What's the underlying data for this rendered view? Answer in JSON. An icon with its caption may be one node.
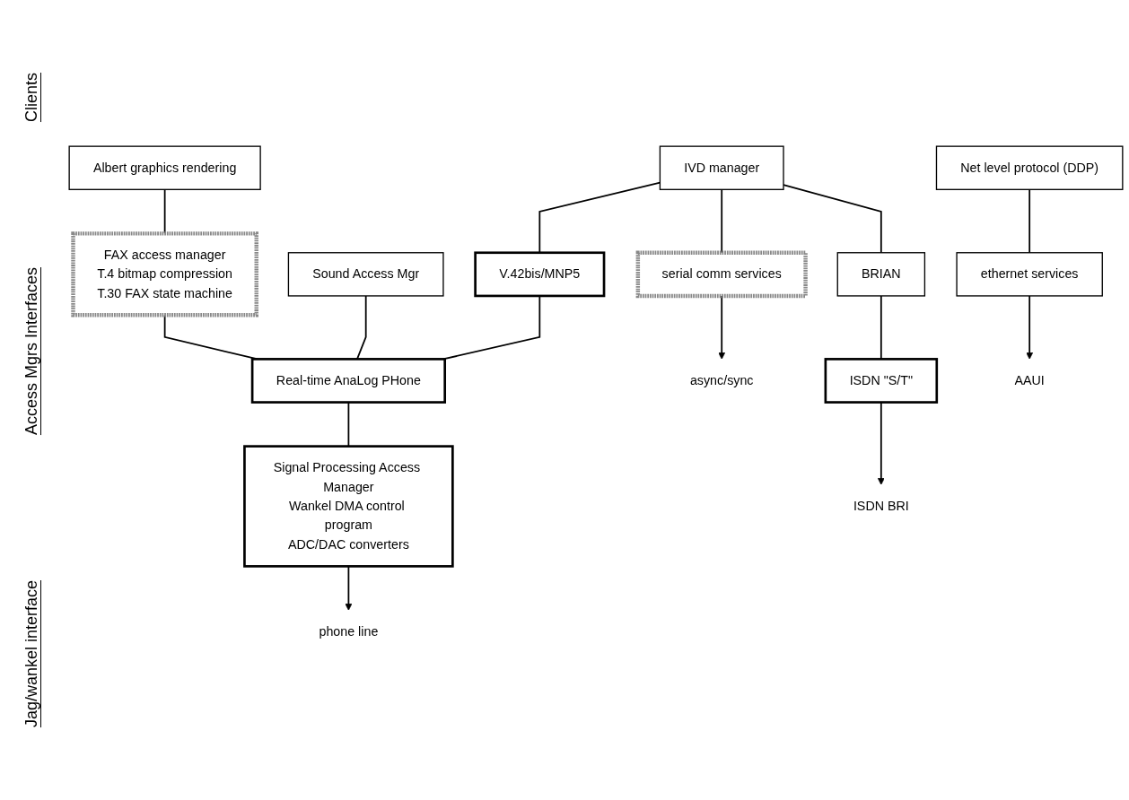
{
  "diagram": {
    "nodes": [
      {
        "text": [
          "Albert graphics rendering"
        ]
      },
      {
        "text": [
          "FAX access manager",
          "T.4 bitmap compression",
          "T.30 FAX state machine"
        ]
      },
      {
        "text": [
          "Net level protocol (DDP)"
        ]
      },
      {
        "text": [
          "Sound Access Mgr"
        ]
      },
      {
        "text": [
          "IVD manager"
        ]
      },
      {
        "text": [
          "V.42bis/MNP5"
        ]
      },
      {
        "text": [
          "BRIAN"
        ]
      },
      {
        "text": [
          "Real-time AnaLog PHone"
        ]
      },
      {
        "text": [
          "Signal Processing Access Manager",
          "Wankel DMA control program",
          "ADC/DAC converters"
        ]
      },
      {
        "text": [
          "ethernet services"
        ]
      },
      {
        "text": [
          "ISDN \"S/T\""
        ]
      },
      {
        "text": [
          "serial comm services"
        ]
      },
      {
        "text": [
          "AAUI"
        ]
      },
      {
        "text": [
          "phone line"
        ]
      },
      {
        "text": [
          "async/sync"
        ]
      },
      {
        "text": [
          "ISDN BRI"
        ]
      }
    ],
    "edges": [
      {
        "from": 0,
        "to": 1,
        "arrow": "none"
      },
      {
        "from": 2,
        "to": 9,
        "arrow": "none"
      },
      {
        "from": 9,
        "to": 12,
        "arrow": "to"
      },
      {
        "from": 1,
        "to": 7,
        "arrow": "none"
      },
      {
        "from": 3,
        "to": 7,
        "arrow": "none"
      },
      {
        "from": 4,
        "to": 5,
        "arrow": "none"
      },
      {
        "from": 4,
        "to": 11,
        "arrow": "none"
      },
      {
        "from": 4,
        "to": 6,
        "arrow": "none"
      },
      {
        "from": 5,
        "to": 7,
        "arrow": "none"
      },
      {
        "from": 7,
        "to": 8,
        "arrow": "none"
      },
      {
        "from": 8,
        "to": 13,
        "arrow": "to"
      },
      {
        "from": 11,
        "to": 14,
        "arrow": "to"
      },
      {
        "from": 6,
        "to": 10,
        "arrow": "none"
      },
      {
        "from": 10,
        "to": 15,
        "arrow": "to"
      }
    ],
    "labels": [
      "Clients",
      "Access Mgrs Interfaces",
      "Jag/wankel interface"
    ]
  }
}
